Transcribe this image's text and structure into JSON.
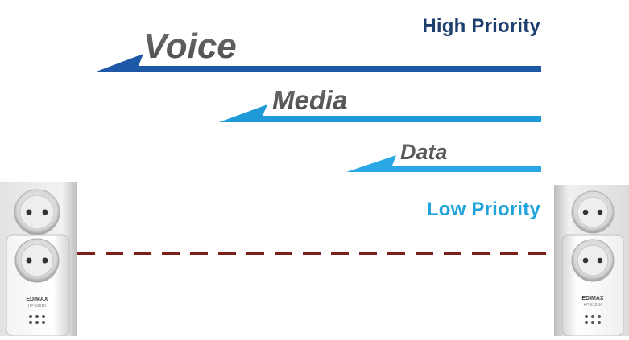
{
  "labels": {
    "high_priority": "High Priority",
    "low_priority": "Low Priority"
  },
  "streams": [
    {
      "name": "Voice",
      "color": "#1f58a6"
    },
    {
      "name": "Media",
      "color": "#1e9ad9"
    },
    {
      "name": "Data",
      "color": "#2aa8e6"
    }
  ],
  "device": {
    "brand": "EDIMAX",
    "model": "HP-5101K"
  },
  "colors": {
    "high_priority": "#1c3f6e",
    "low_priority": "#21a3dc",
    "link_line": "#7a1f1a",
    "text_gray": "#555555"
  }
}
